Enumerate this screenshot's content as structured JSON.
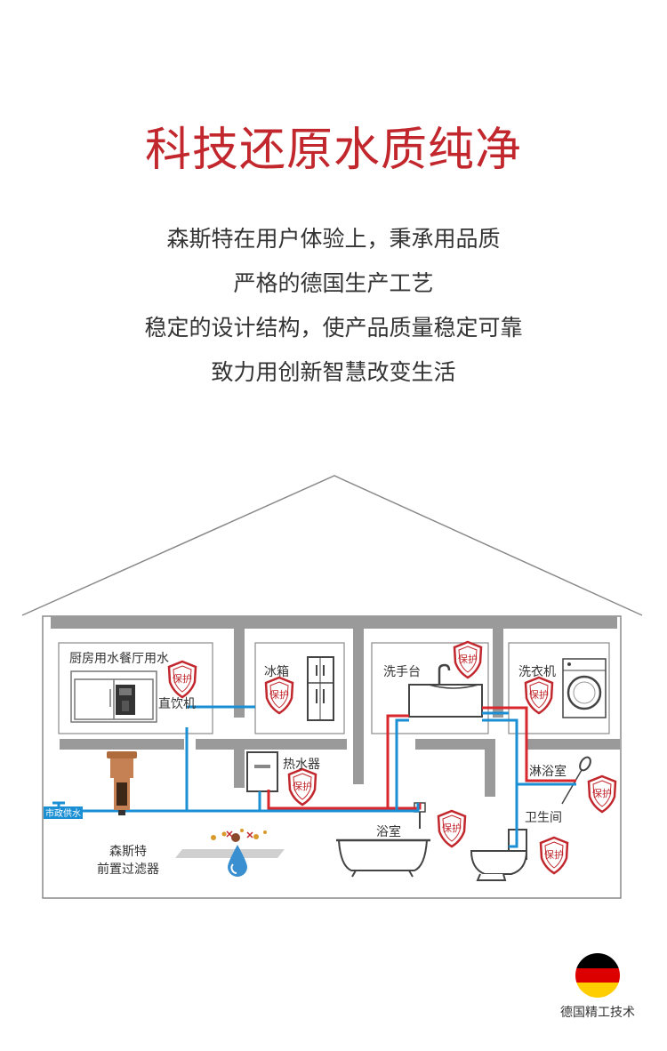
{
  "heading": {
    "title": "科技还原水质纯净"
  },
  "intro": {
    "lines": [
      "森斯特在用户体验上，秉承用品质",
      "严格的德国生产工艺",
      "稳定的设计结构，使产品质量稳定可靠",
      "致力用创新智慧改变生活"
    ]
  },
  "diagram": {
    "rooms": {
      "kitchen": "厨房用水餐厅用水",
      "dispenser": "直饮机",
      "fridge": "冰箱",
      "sink": "洗手台",
      "washer": "洗衣机",
      "heater": "热水器",
      "shower": "淋浴室",
      "toilet": "卫生间",
      "bath": "浴室"
    },
    "supply_label": "市政供水",
    "filter_label": {
      "line1": "森斯特",
      "line2": "前置过滤器"
    },
    "shield_label": "保护"
  },
  "badge": {
    "text": "德国精工技术"
  },
  "colors": {
    "accent": "#c1272d",
    "pipe_cold": "#1a8fd4",
    "pipe_hot": "#d9272e",
    "wall": "#9a9a9a"
  }
}
